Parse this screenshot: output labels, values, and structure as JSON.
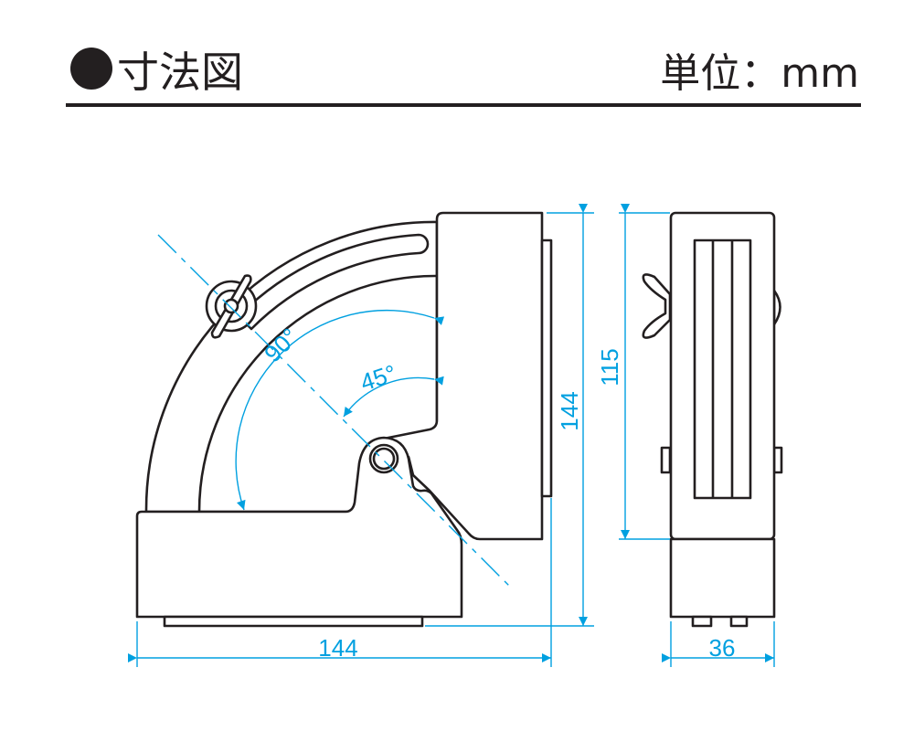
{
  "header": {
    "title": "寸法図",
    "unit_label": "単位：mm"
  },
  "colors": {
    "dimension": "#00a0e0",
    "ink": "#231f20"
  },
  "side_view": {
    "width_dim": "144",
    "height_dim": "144",
    "angle_large": "90°",
    "angle_small": "45°"
  },
  "front_view": {
    "height_dim": "115",
    "width_dim": "36"
  }
}
